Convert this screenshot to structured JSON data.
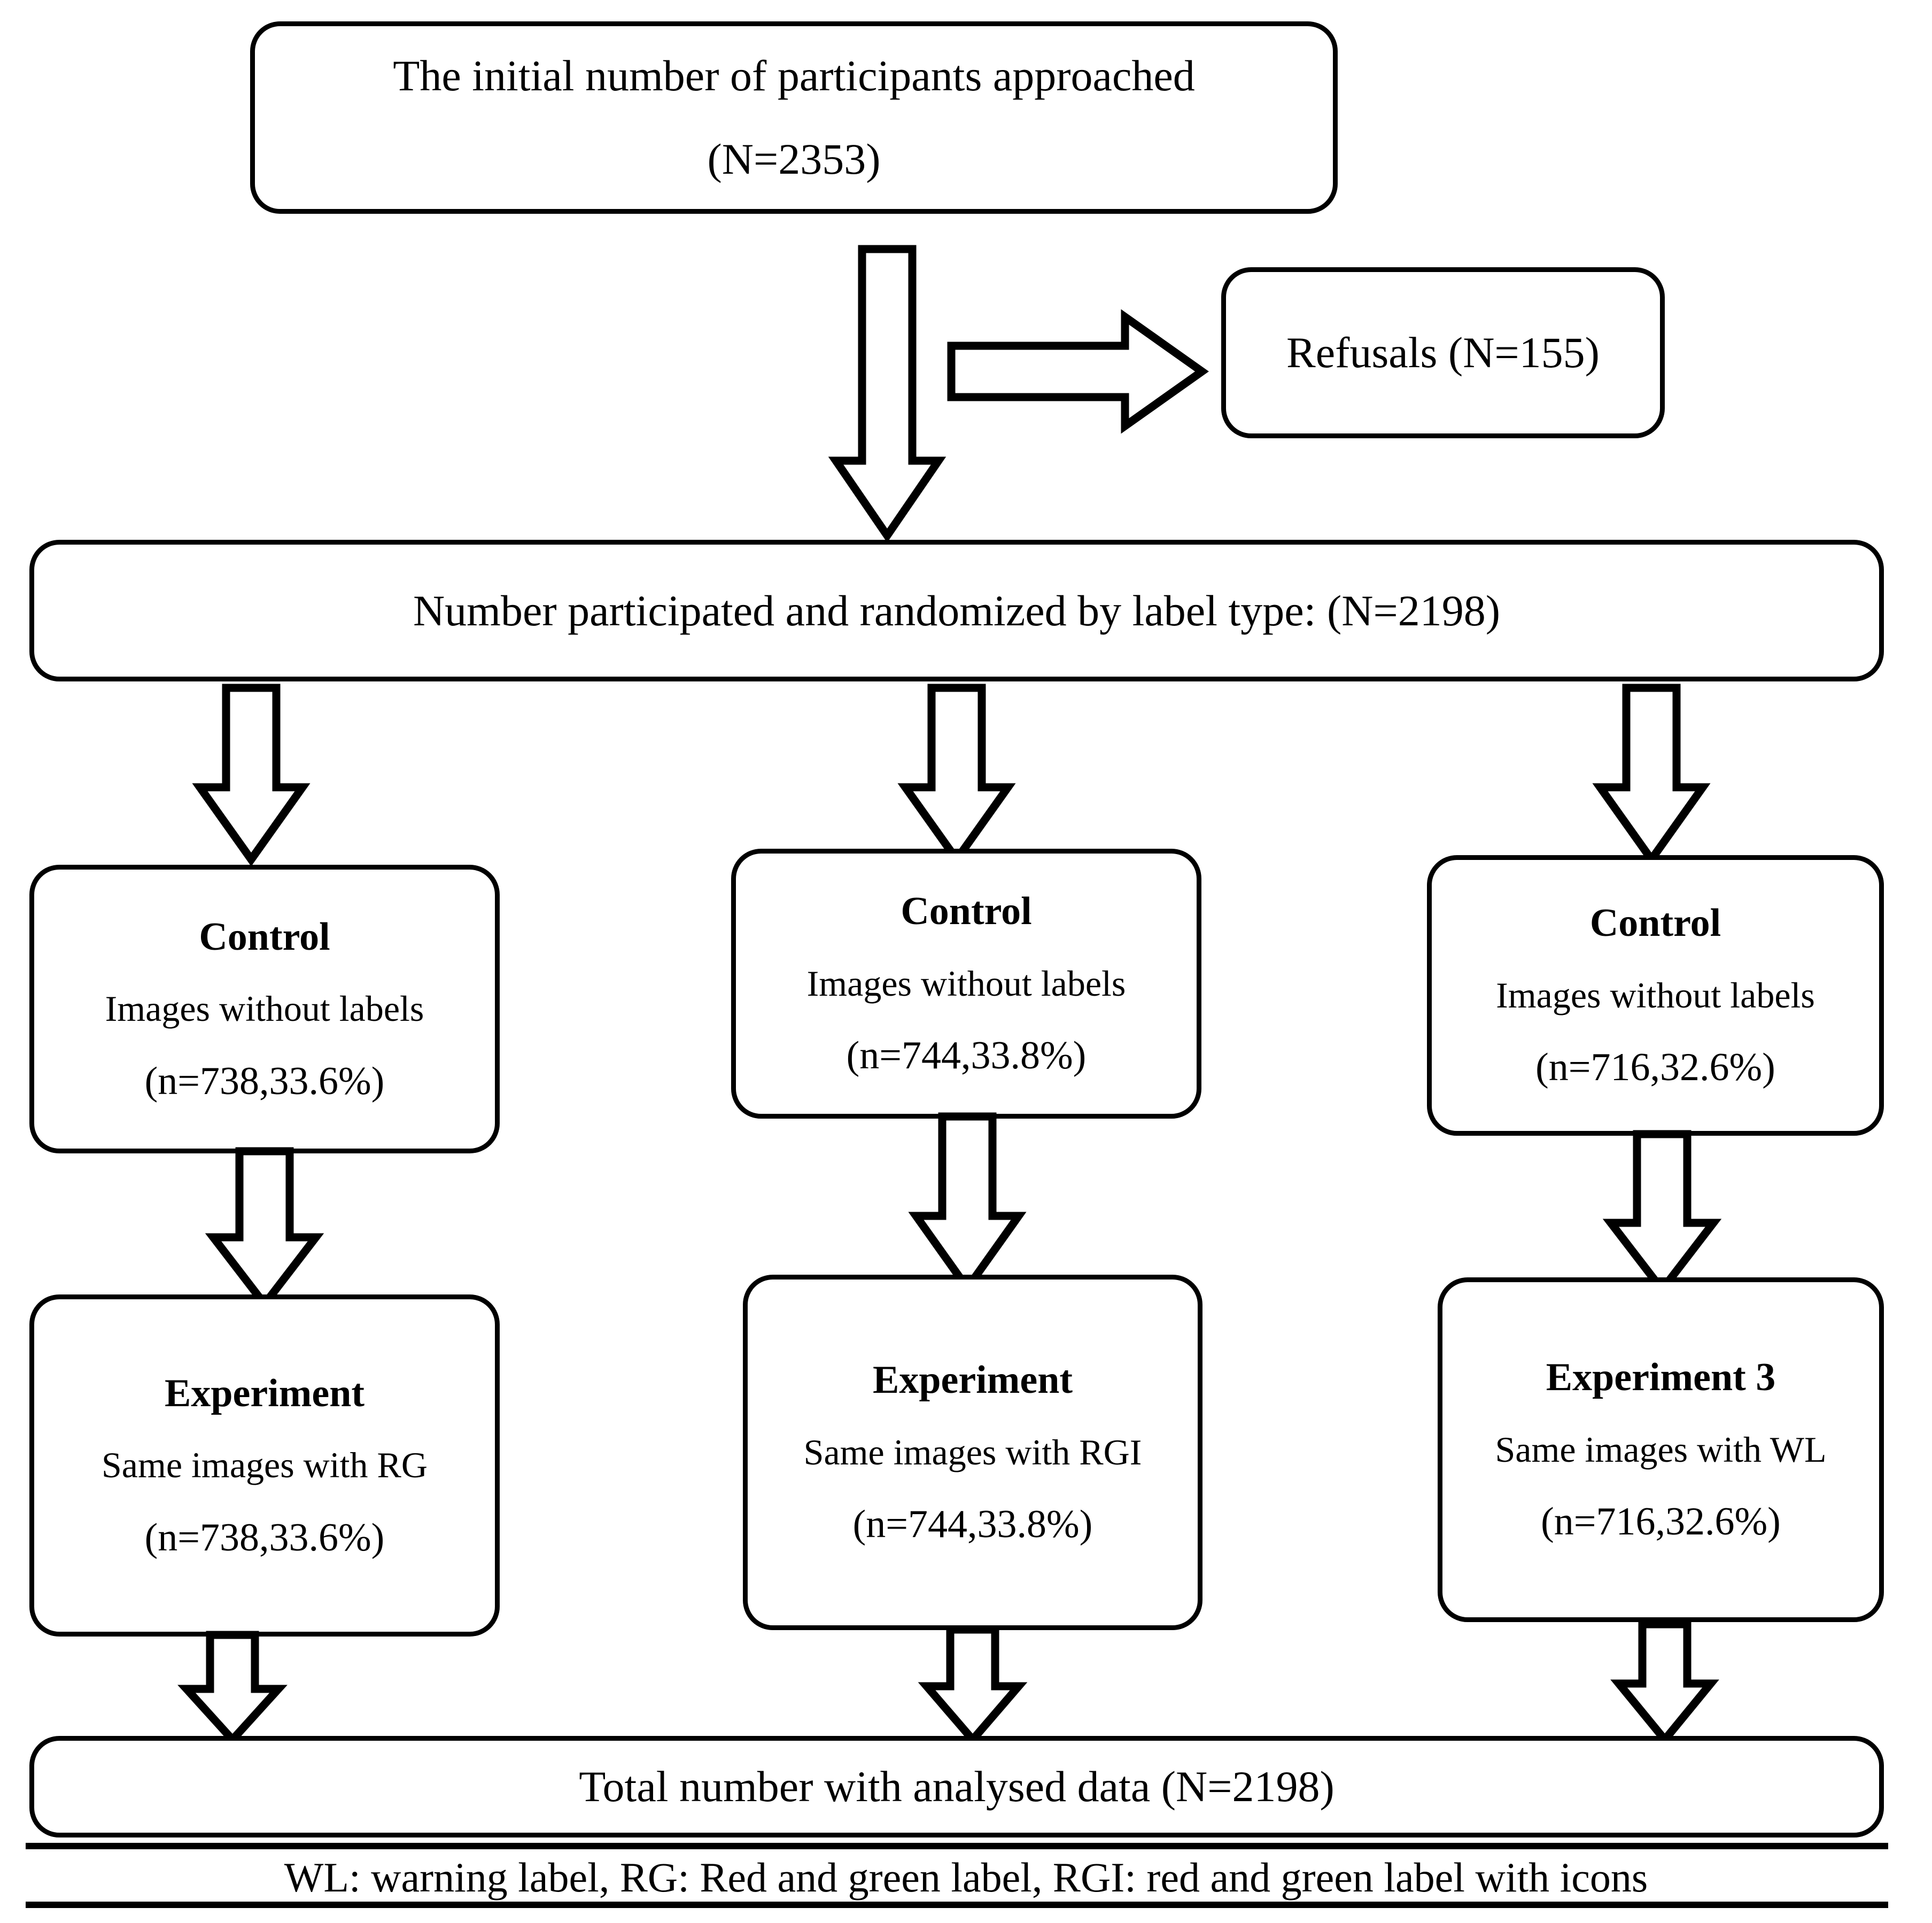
{
  "diagram": {
    "title_note": "CONSORT-style participant flow diagram",
    "nodes": {
      "initial": {
        "line1": "The initial number of participants approached",
        "line2": "(N=2353)"
      },
      "refusals": {
        "line1": "Refusals (N=155)"
      },
      "randomized": {
        "line1": "Number participated and randomized by label type: (N=2198)"
      },
      "control1": {
        "heading": "Control",
        "line1": "Images without labels",
        "line2": "(n=738,33.6%)"
      },
      "control2": {
        "heading": "Control",
        "line1": "Images without labels",
        "line2": "(n=744,33.8%)"
      },
      "control3": {
        "heading": "Control",
        "line1": "Images without labels",
        "line2": "(n=716,32.6%)"
      },
      "experiment1": {
        "heading": "Experiment",
        "line1": "Same images with RG",
        "line2": "(n=738,33.6%)"
      },
      "experiment2": {
        "heading": "Experiment",
        "line1": "Same images with RGI",
        "line2": "(n=744,33.8%)"
      },
      "experiment3": {
        "heading": "Experiment 3",
        "line1": "Same images with WL",
        "line2": "(n=716,32.6%)"
      },
      "total": {
        "line1": "Total number with analysed data (N=2198)"
      }
    },
    "footnote": "WL: warning label, RG: Red and green label, RGI: red and green label with icons",
    "arrows": {
      "initial_to_randomized": "down-block-arrow",
      "initial_to_refusals": "right-block-arrow",
      "randomized_to_control1": "down-block-arrow",
      "randomized_to_control2": "down-block-arrow",
      "randomized_to_control3": "down-block-arrow",
      "control1_to_experiment1": "down-block-arrow",
      "control2_to_experiment2": "down-block-arrow",
      "control3_to_experiment3": "down-block-arrow",
      "experiment1_to_total": "down-block-arrow",
      "experiment2_to_total": "down-block-arrow",
      "experiment3_to_total": "down-block-arrow"
    },
    "colors": {
      "stroke": "#000000",
      "fill": "#ffffff",
      "text": "#000000"
    }
  }
}
